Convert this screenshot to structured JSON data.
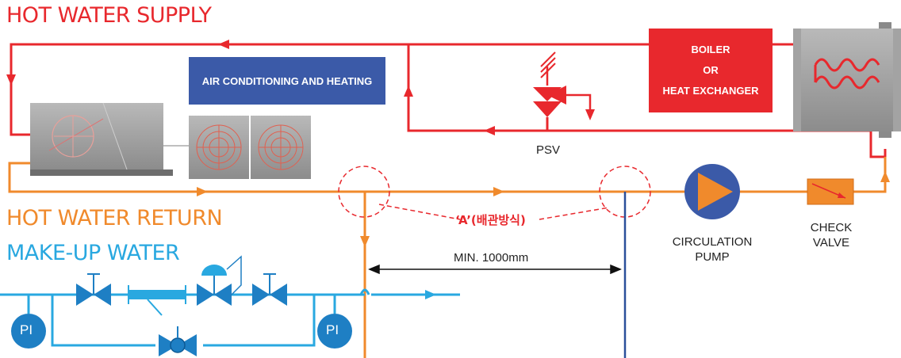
{
  "legend": {
    "supply": "HOT WATER SUPPLY",
    "return": "HOT WATER RETURN",
    "makeup": "MAKE-UP WATER"
  },
  "boxes": {
    "air_conditioning": "AIR CONDITIONING AND HEATING",
    "boiler_line1": "BOILER",
    "boiler_line2": "OR",
    "boiler_line3": "HEAT EXCHANGER"
  },
  "labels": {
    "psv": "PSV",
    "detail_a": "‘A’(배관방식)",
    "min_distance": "MIN. 1000mm",
    "pump_line1": "CIRCULATION",
    "pump_line2": "PUMP",
    "check_line1": "CHECK",
    "check_line2": "VALVE",
    "pi_left": "PI",
    "pi_right": "PI"
  },
  "colors": {
    "supply": "#e8282d",
    "return": "#f08a2c",
    "makeup": "#29a8e0",
    "valve": "#1e7fc4",
    "pump": "#3b5aa8",
    "ac_box": "#3b5aa8",
    "boiler_box": "#e8282d",
    "equipment_gray": "#9a9a9a",
    "divider_blue": "#2a4f9a"
  }
}
